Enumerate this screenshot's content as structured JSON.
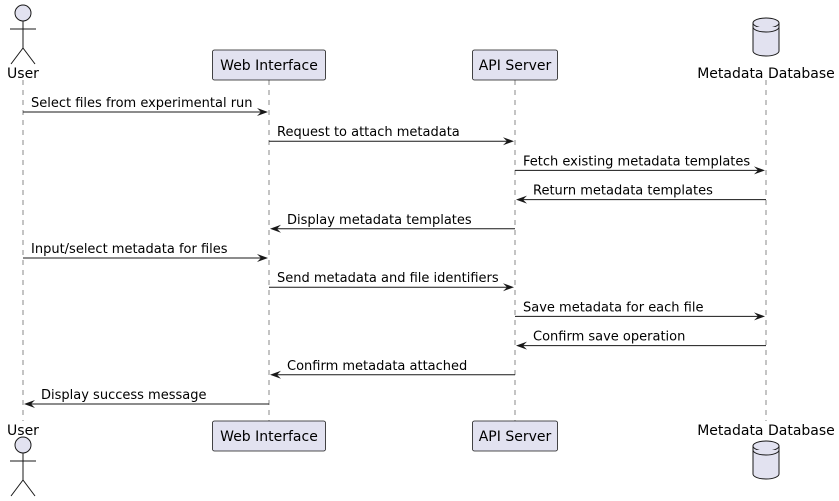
{
  "participants": [
    {
      "id": "user",
      "label": "User",
      "kind": "actor"
    },
    {
      "id": "web",
      "label": "Web Interface",
      "kind": "participant"
    },
    {
      "id": "api",
      "label": "API Server",
      "kind": "participant"
    },
    {
      "id": "db",
      "label": "Metadata Database",
      "kind": "database"
    }
  ],
  "messages": [
    {
      "from": "user",
      "to": "web",
      "label": "Select files from experimental run"
    },
    {
      "from": "web",
      "to": "api",
      "label": "Request to attach metadata"
    },
    {
      "from": "api",
      "to": "db",
      "label": "Fetch existing metadata templates"
    },
    {
      "from": "db",
      "to": "api",
      "label": "Return metadata templates"
    },
    {
      "from": "api",
      "to": "web",
      "label": "Display metadata templates"
    },
    {
      "from": "user",
      "to": "web",
      "label": "Input/select metadata for files"
    },
    {
      "from": "web",
      "to": "api",
      "label": "Send metadata and file identifiers"
    },
    {
      "from": "api",
      "to": "db",
      "label": "Save metadata for each file"
    },
    {
      "from": "db",
      "to": "api",
      "label": "Confirm save operation"
    },
    {
      "from": "api",
      "to": "web",
      "label": "Confirm metadata attached"
    },
    {
      "from": "web",
      "to": "user",
      "label": "Display success message"
    }
  ],
  "colors": {
    "participant_fill": "#e2e2f0",
    "stroke": "#181818",
    "lifeline": "#888888"
  }
}
